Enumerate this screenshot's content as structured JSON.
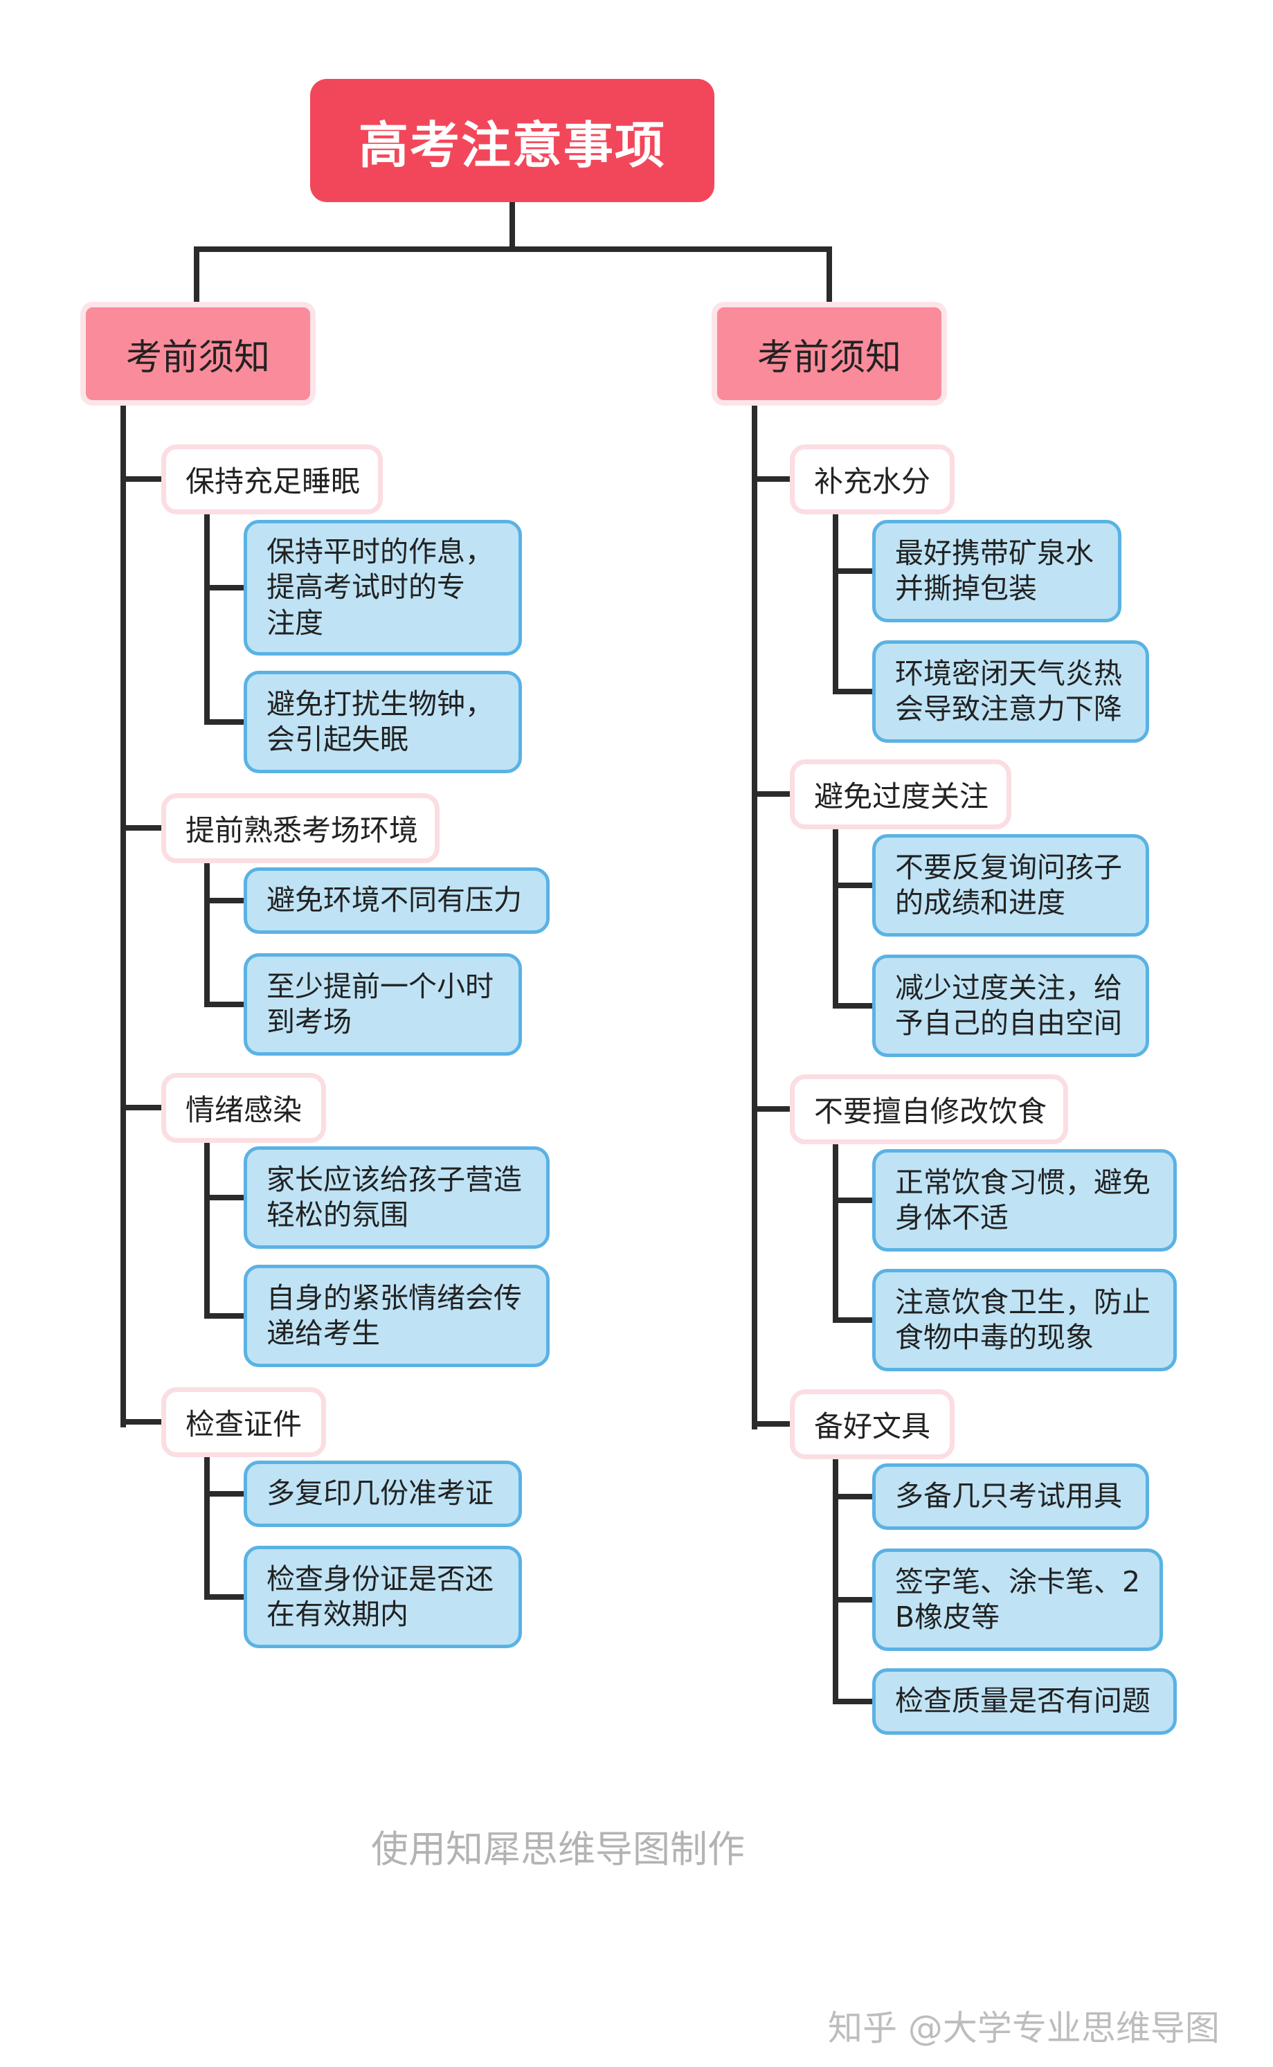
{
  "diagram": {
    "title": "高考注意事项",
    "branches": [
      {
        "label": "考前须知",
        "topics": [
          {
            "label": "保持充足睡眠",
            "items": [
              "保持平时的作息，\n提高考试时的专\n注度",
              "避免打扰生物钟，\n会引起失眠"
            ]
          },
          {
            "label": "提前熟悉考场环境",
            "items": [
              "避免环境不同有压力",
              "至少提前一个小时\n到考场"
            ]
          },
          {
            "label": "情绪感染",
            "items": [
              "家长应该给孩子营造\n轻松的氛围",
              "自身的紧张情绪会传\n递给考生"
            ]
          },
          {
            "label": "检查证件",
            "items": [
              "多复印几份准考证",
              "检查身份证是否还\n在有效期内"
            ]
          }
        ]
      },
      {
        "label": "考前须知",
        "topics": [
          {
            "label": "补充水分",
            "items": [
              "最好携带矿泉水\n并撕掉包装",
              "环境密闭天气炎热\n会导致注意力下降"
            ]
          },
          {
            "label": "避免过度关注",
            "items": [
              "不要反复询问孩子\n的成绩和进度",
              "减少过度关注，给\n予自己的自由空间"
            ]
          },
          {
            "label": "不要擅自修改饮食",
            "items": [
              "正常饮食习惯，避免\n身体不适",
              "注意饮食卫生，防止\n食物中毒的现象"
            ]
          },
          {
            "label": "备好文具",
            "items": [
              "多备几只考试用具",
              "签字笔、涂卡笔、2\nB橡皮等",
              "检查质量是否有问题"
            ]
          }
        ]
      }
    ]
  },
  "watermarks": {
    "app": "使用知犀思维导图制作",
    "site": "知乎 @大学专业思维导图"
  },
  "colors": {
    "root": "#f2475a",
    "branch": "#f98b9a",
    "leaf_fill": "#bfe3f5",
    "leaf_border": "#5ab2e4",
    "connector": "#2b2b2b"
  }
}
